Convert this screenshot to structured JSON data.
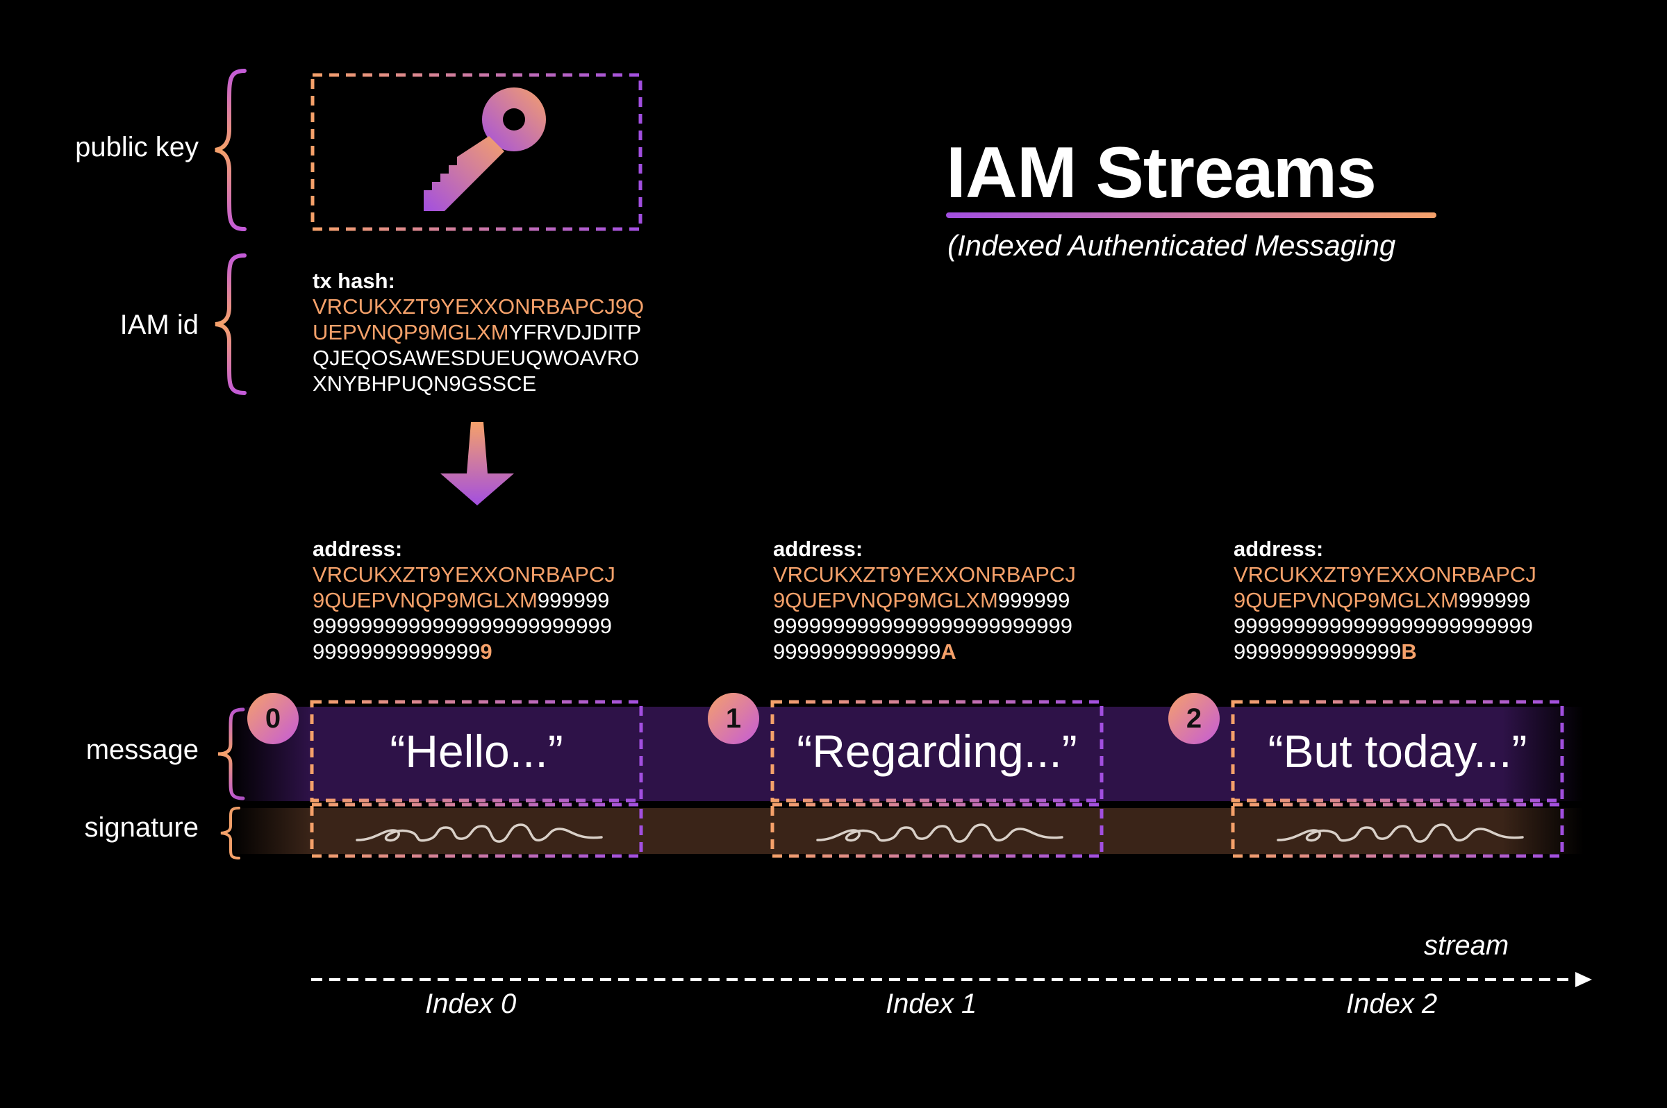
{
  "title": "IAM Streams",
  "subtitle": "(Indexed Authenticated Messaging",
  "labels": {
    "public_key": "public key",
    "iam_id": "IAM id",
    "message": "message",
    "signature": "signature",
    "stream": "stream"
  },
  "tx_hash": {
    "head": "tx hash:",
    "line1_orange": "VRCUKXZT9YEXXONRBAPCJ9Q",
    "line2_orange": "UEPVNQP9MGLXM",
    "line2_white": "YFRVDJDITP",
    "line3": "QJEQOSAWESDUEUQWOAVRO",
    "line4": "XNYBHPUQN9GSSCE"
  },
  "entries": [
    {
      "badge": "0",
      "address_head": "address:",
      "line1_orange": "VRCUKXZT9YEXXONRBAPCJ",
      "line2_orange": "9QUEPVNQP9MGLXM",
      "line2_white": "999999",
      "line3": "9999999999999999999999999",
      "line4_white": "99999999999999",
      "line4_suffix": "9",
      "message": "“Hello...”",
      "index_label": "Index 0"
    },
    {
      "badge": "1",
      "address_head": "address:",
      "line1_orange": "VRCUKXZT9YEXXONRBAPCJ",
      "line2_orange": "9QUEPVNQP9MGLXM",
      "line2_white": "999999",
      "line3": "9999999999999999999999999",
      "line4_white": "99999999999999",
      "line4_suffix": "A",
      "message": "“Regarding...”",
      "index_label": "Index 1"
    },
    {
      "badge": "2",
      "address_head": "address:",
      "line1_orange": "VRCUKXZT9YEXXONRBAPCJ",
      "line2_orange": "9QUEPVNQP9MGLXM",
      "line2_white": "999999",
      "line3": "9999999999999999999999999",
      "line4_white": "99999999999999",
      "line4_suffix": "B",
      "message": "“But today...”",
      "index_label": "Index 2"
    }
  ],
  "colors": {
    "orange": "#f5a16a",
    "purple": "#a24fe0",
    "message_band": "#2e1248",
    "signature_band": "#3a2418"
  },
  "icons": {
    "key": "key-icon",
    "signature": "signature-scribble-icon",
    "arrow": "arrow-down-icon"
  }
}
